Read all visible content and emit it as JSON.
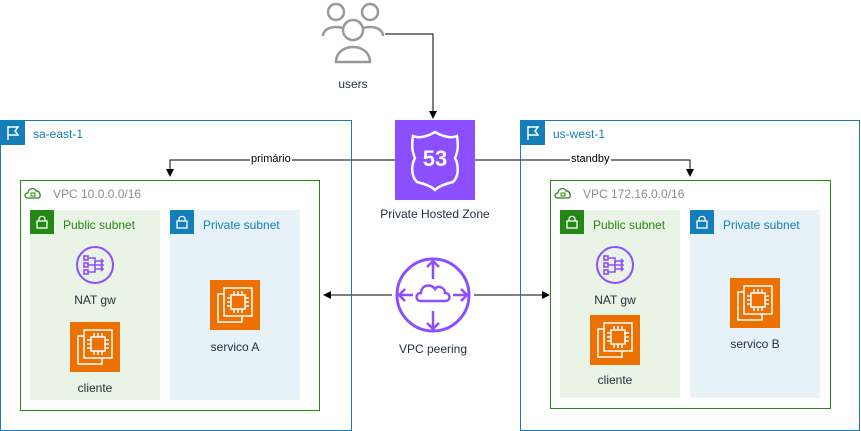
{
  "users": {
    "label": "users"
  },
  "route53": {
    "label": "Private Hosted Zone",
    "badge": "53"
  },
  "peering": {
    "label": "VPC peering"
  },
  "edges": {
    "primary": "primário",
    "standby": "standby"
  },
  "left": {
    "region": "sa-east-1",
    "vpc": "VPC 10.0.0.0/16",
    "public_subnet": "Public subnet",
    "private_subnet": "Private subnet",
    "nat": "NAT gw",
    "client": "cliente",
    "service": "servico A"
  },
  "right": {
    "region": "us-west-1",
    "vpc": "VPC 172.16.0.0/16",
    "public_subnet": "Public subnet",
    "private_subnet": "Private subnet",
    "nat": "NAT gw",
    "client": "cliente",
    "service": "servico B"
  },
  "colors": {
    "region": "#147eba",
    "vpc": "#248814",
    "public_subnet_fill": "#e9f3e6",
    "private_subnet_fill": "#e6f2f8",
    "compute": "#ed7100",
    "network": "#8c4fff",
    "users": "#999999"
  }
}
